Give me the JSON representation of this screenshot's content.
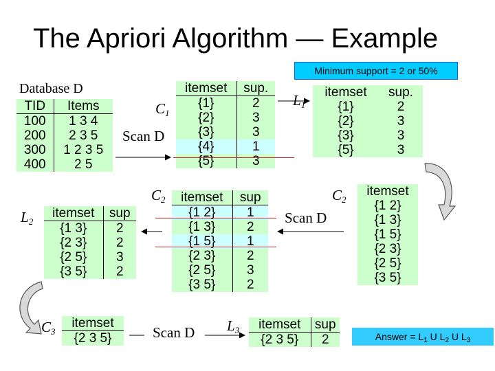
{
  "title": "The Apriori Algorithm — Example",
  "min_support": "Minimum support = 2 or 50%",
  "database": {
    "label": "Database D",
    "headers": [
      "TID",
      "Items"
    ],
    "rows": [
      [
        "100",
        "1 3 4"
      ],
      [
        "200",
        "2 3 5"
      ],
      [
        "300",
        "1 2 3 5"
      ],
      [
        "400",
        "2 5"
      ]
    ]
  },
  "c1": {
    "label_letter": "C",
    "label_sub": "1",
    "headers": [
      "itemset",
      "sup."
    ],
    "rows": [
      [
        "{1}",
        "2"
      ],
      [
        "{2}",
        "3"
      ],
      [
        "{3}",
        "3"
      ],
      [
        "{4}",
        "1"
      ],
      [
        "{5}",
        "3"
      ]
    ]
  },
  "l1": {
    "label_letter": "L",
    "label_sub": "1",
    "headers": [
      "itemset",
      "sup."
    ],
    "rows": [
      [
        "{1}",
        "2"
      ],
      [
        "{2}",
        "3"
      ],
      [
        "{3}",
        "3"
      ],
      [
        "{5}",
        "3"
      ]
    ]
  },
  "c2_right": {
    "label_letter": "C",
    "label_sub": "2",
    "headers": [
      "itemset"
    ],
    "rows": [
      "{1 2}",
      "{1 3}",
      "{1 5}",
      "{2 3}",
      "{2 5}",
      "{3 5}"
    ]
  },
  "c2_mid": {
    "label_letter": "C",
    "label_sub": "2",
    "headers": [
      "itemset",
      "sup"
    ],
    "rows": [
      [
        "{1 2}",
        "1"
      ],
      [
        "{1 3}",
        "2"
      ],
      [
        "{1 5}",
        "1"
      ],
      [
        "{2 3}",
        "2"
      ],
      [
        "{2 5}",
        "3"
      ],
      [
        "{3 5}",
        "2"
      ]
    ]
  },
  "l2": {
    "label_letter": "L",
    "label_sub": "2",
    "headers": [
      "itemset",
      "sup"
    ],
    "rows": [
      [
        "{1 3}",
        "2"
      ],
      [
        "{2 3}",
        "2"
      ],
      [
        "{2 5}",
        "3"
      ],
      [
        "{3 5}",
        "2"
      ]
    ]
  },
  "c3": {
    "label_letter": "C",
    "label_sub": "3",
    "headers": [
      "itemset"
    ],
    "rows": [
      "{2 3 5}"
    ]
  },
  "l3": {
    "label_letter": "L",
    "label_sub": "3",
    "headers": [
      "itemset",
      "sup"
    ],
    "rows": [
      [
        "{2 3 5}",
        "2"
      ]
    ]
  },
  "scan_labels": {
    "scan1": "Scan D",
    "scan2": "Scan D",
    "scan3": "Scan D"
  },
  "answer": {
    "prefix": "Answer = L",
    "s1": "1",
    "u1": " U L",
    "s2": "2",
    "u2": " U L",
    "s3": "3"
  },
  "colors": {
    "table_bg": "#ccffcc",
    "highlight": "#ccffff",
    "min_support_bg": "#00ccff",
    "answer_bg": "#33ccff",
    "prune_line": "#cc2222"
  }
}
